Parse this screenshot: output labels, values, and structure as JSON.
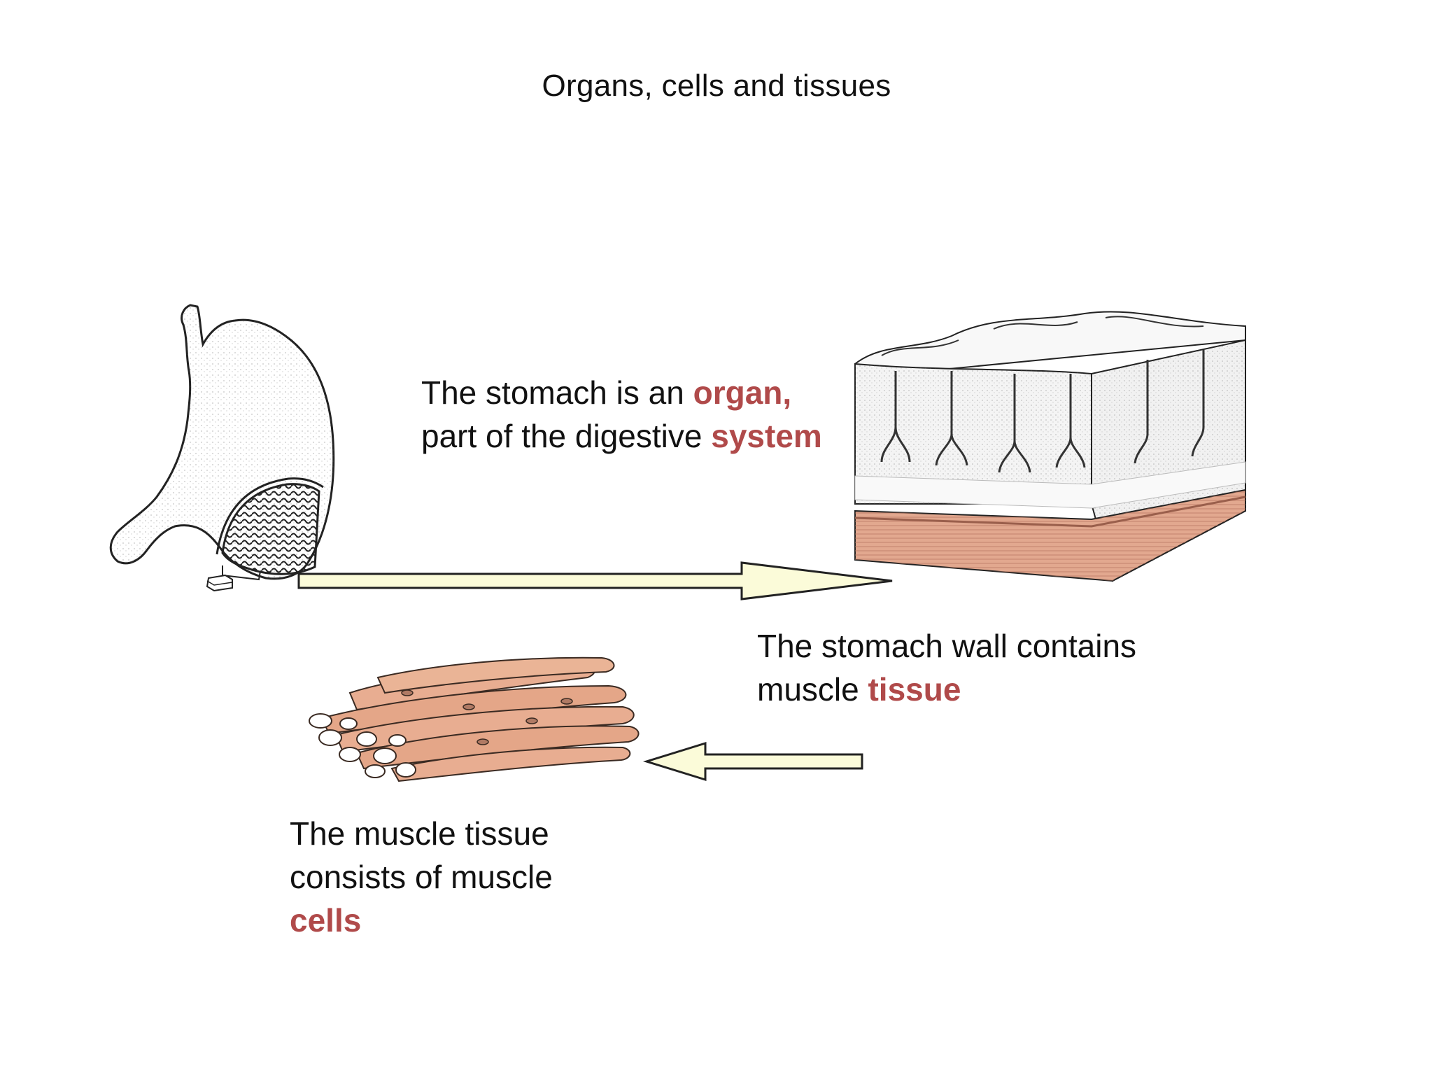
{
  "slide": {
    "title": "Organs, cells and tissues",
    "captions": {
      "organ": {
        "line1_prefix": "The stomach is an ",
        "line1_highlight": "organ,",
        "line2_prefix": "part of the digestive ",
        "line2_highlight": "system"
      },
      "tissue": {
        "line1": "The stomach wall contains",
        "line2_prefix": "muscle ",
        "line2_highlight": "tissue"
      },
      "cells": {
        "line1": "The muscle tissue",
        "line2": "consists of muscle",
        "line3_highlight": "cells"
      }
    },
    "colors": {
      "highlight": "#b04a4a",
      "arrow_fill": "#fbfbd9",
      "muscle": "#e7ab8e",
      "muscle_layer": "#d9937a"
    },
    "icons": [
      "stomach-illustration",
      "stomach-wall-illustration",
      "muscle-cells-illustration",
      "right-arrow",
      "left-arrow"
    ]
  }
}
